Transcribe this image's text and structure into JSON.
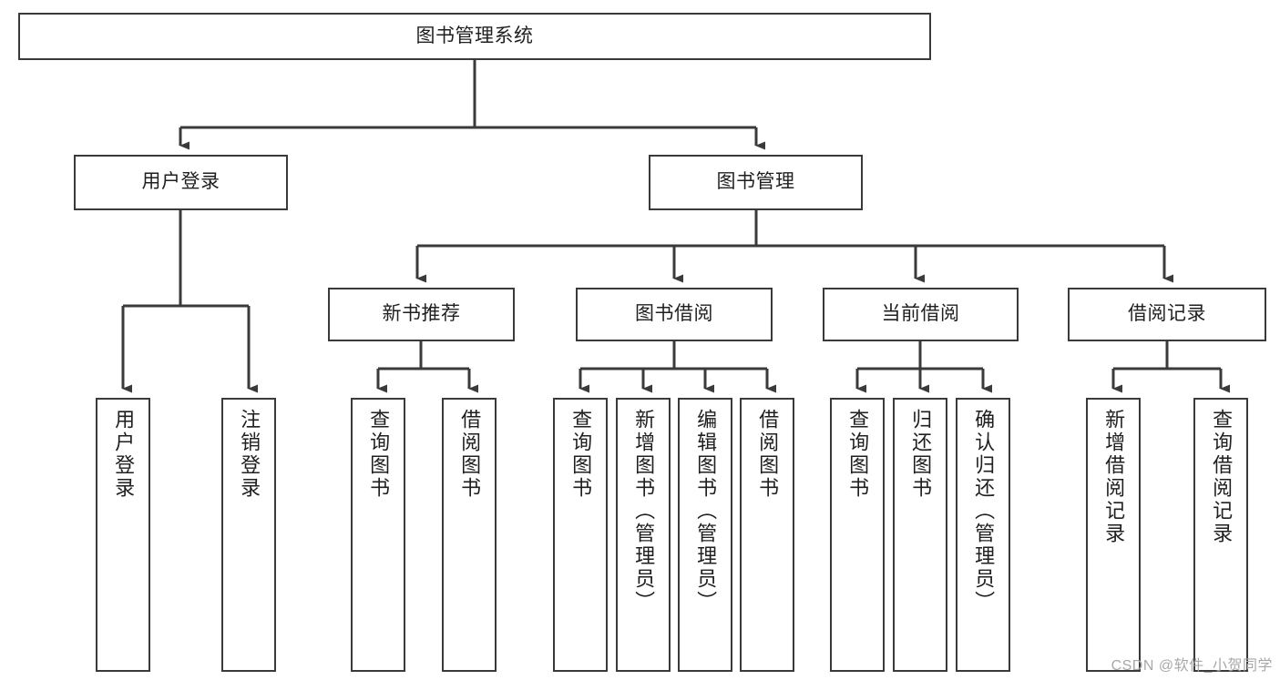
{
  "diagram": {
    "title": "图书管理系统",
    "type": "tree-hierarchy-functional-decomposition",
    "root": {
      "id": "root",
      "label": "图书管理系统"
    },
    "level2": [
      {
        "id": "user-login",
        "label": "用户登录"
      },
      {
        "id": "book-management",
        "label": "图书管理"
      }
    ],
    "level3": [
      {
        "id": "new-book-recommend",
        "label": "新书推荐",
        "parent": "book-management"
      },
      {
        "id": "book-borrow",
        "label": "图书借阅",
        "parent": "book-management"
      },
      {
        "id": "current-borrow",
        "label": "当前借阅",
        "parent": "book-management"
      },
      {
        "id": "borrow-record",
        "label": "借阅记录",
        "parent": "book-management"
      }
    ],
    "leaves": {
      "user_login": [
        {
          "id": "leaf-user-login",
          "label": "用户登录"
        },
        {
          "id": "leaf-logout",
          "label": "注销登录"
        }
      ],
      "new_book_recommend": [
        {
          "id": "leaf-query-book-1",
          "label": "查询图书"
        },
        {
          "id": "leaf-borrow-book-1",
          "label": "借阅图书"
        }
      ],
      "book_borrow": [
        {
          "id": "leaf-query-book-2",
          "label": "查询图书"
        },
        {
          "id": "leaf-add-book",
          "label": "新增图书（管理员）"
        },
        {
          "id": "leaf-edit-book",
          "label": "编辑图书（管理员）"
        },
        {
          "id": "leaf-borrow-book-2",
          "label": "借阅图书"
        }
      ],
      "current_borrow": [
        {
          "id": "leaf-query-book-3",
          "label": "查询图书"
        },
        {
          "id": "leaf-return-book",
          "label": "归还图书"
        },
        {
          "id": "leaf-confirm-return",
          "label": "确认归还（管理员）"
        }
      ],
      "borrow_record": [
        {
          "id": "leaf-add-record",
          "label": "新增借阅记录"
        },
        {
          "id": "leaf-query-record",
          "label": "查询借阅记录"
        }
      ]
    }
  },
  "watermark": {
    "text": "CSDN @软件_小贺同学"
  },
  "colors": {
    "box_border": "#3a3a3a",
    "box_fill": "#ffffff",
    "connector": "#3a3a3a",
    "text": "#1f1f1f",
    "watermark": "#a8a8a8",
    "background": "#ffffff"
  }
}
